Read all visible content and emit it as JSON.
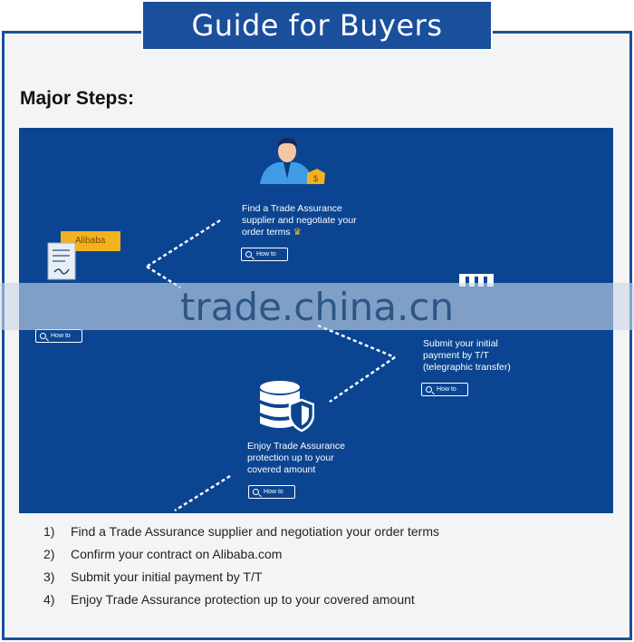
{
  "title": "Guide for Buyers",
  "heading": "Major Steps:",
  "colors": {
    "brand_blue": "#1a4f9c",
    "panel_blue": "#0b4592",
    "coin": "#f2b21e"
  },
  "flow": {
    "logo_text": "Alibaba",
    "how_to_label": "How to",
    "step1_lines": [
      "Find a Trade Assurance",
      "supplier and negotiate your",
      "order terms"
    ],
    "step3_lines": [
      "Submit your initial",
      "payment by T/T",
      "(telegraphic transfer)"
    ],
    "step4_lines": [
      "Enjoy Trade Assurance",
      "protection up to your",
      "covered amount"
    ]
  },
  "watermark": "trade.china.cn",
  "steps": [
    {
      "num": "1)",
      "text": "Find a Trade Assurance supplier and negotiation your order terms"
    },
    {
      "num": "2)",
      "text": "Confirm your contract on Alibaba.com"
    },
    {
      "num": "3)",
      "text": "Submit your initial payment by T/T"
    },
    {
      "num": "4)",
      "text": "Enjoy Trade Assurance protection up to your covered amount"
    }
  ]
}
